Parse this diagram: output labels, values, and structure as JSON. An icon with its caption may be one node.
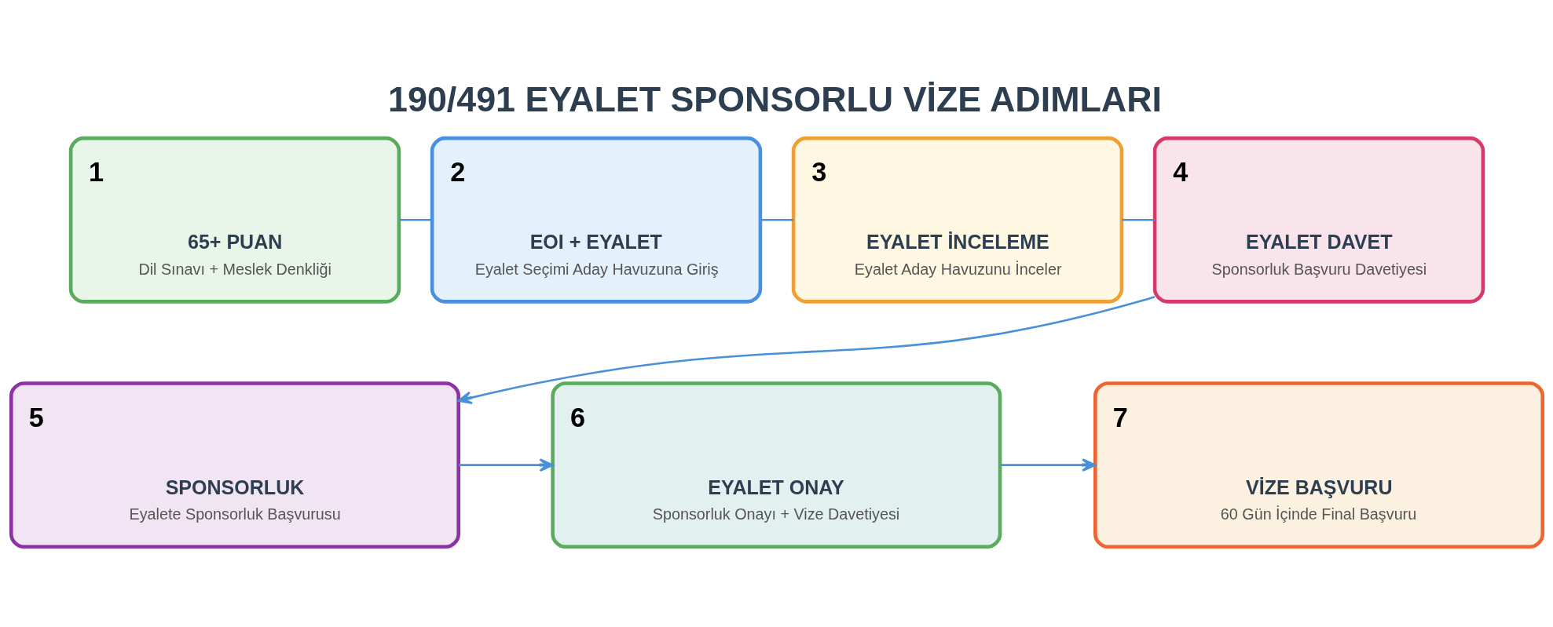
{
  "diagram": {
    "title": "190/491 EYALET SPONSORLU VİZE ADIMLARI",
    "nodes": [
      {
        "text": [
          "1",
          "65+ PUAN",
          "Dil Sınavı + Meslek Denkliği"
        ]
      },
      {
        "text": [
          "2",
          "EOI + EYALET",
          "Eyalet Seçimi Aday Havuzuna Giriş"
        ]
      },
      {
        "text": [
          "3",
          "EYALET İNCELEME",
          "Eyalet Aday Havuzunu İnceler"
        ]
      },
      {
        "text": [
          "4",
          "EYALET DAVET",
          "Sponsorluk Başvuru Davetiyesi"
        ]
      },
      {
        "text": [
          "5",
          "SPONSORLUK",
          "Eyalete Sponsorluk Başvurusu"
        ]
      },
      {
        "text": [
          "6",
          "EYALET ONAY",
          "Sponsorluk Onayı + Vize Davetiyesi"
        ]
      },
      {
        "text": [
          "7",
          "VİZE BAŞVURU",
          "60 Gün İçinde Final Başvuru"
        ]
      }
    ],
    "edges": [
      {
        "from": 0,
        "to": 1,
        "arrow": "none"
      },
      {
        "from": 1,
        "to": 2,
        "arrow": "none"
      },
      {
        "from": 2,
        "to": 3,
        "arrow": "none"
      },
      {
        "from": 3,
        "to": 4,
        "arrow": "to"
      },
      {
        "from": 4,
        "to": 5,
        "arrow": "to"
      },
      {
        "from": 5,
        "to": 6,
        "arrow": "to"
      }
    ]
  }
}
